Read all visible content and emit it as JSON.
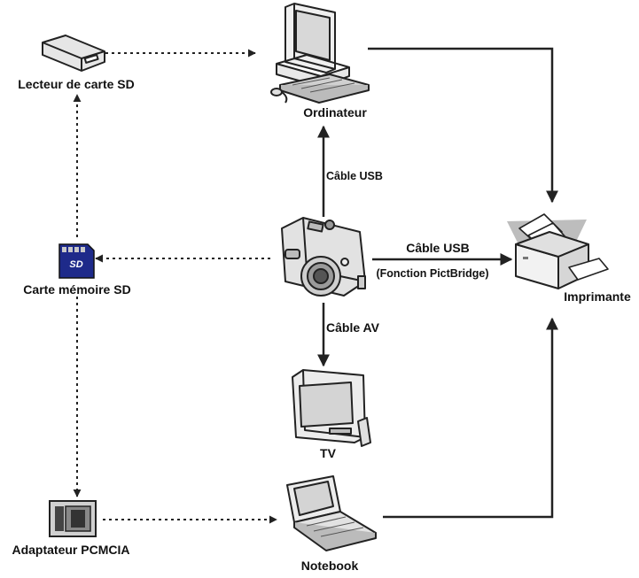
{
  "nodes": {
    "sd_reader": "Lecteur de carte SD",
    "computer": "Ordinateur",
    "sd_card": "Carte mémoire SD",
    "printer": "Imprimante",
    "tv": "TV",
    "pcmcia": "Adaptateur PCMCIA",
    "notebook": "Notebook",
    "sd_logo": "SD"
  },
  "edges": {
    "usb_computer": "Câble USB",
    "usb_printer": "Câble USB",
    "pictbridge": "(Fonction PictBridge)",
    "av": "Câble AV"
  },
  "colors": {
    "line": "#222222",
    "card": "#1e2a8a",
    "printer_shadow": "#bdbdbd",
    "screen": "#dddddd"
  }
}
